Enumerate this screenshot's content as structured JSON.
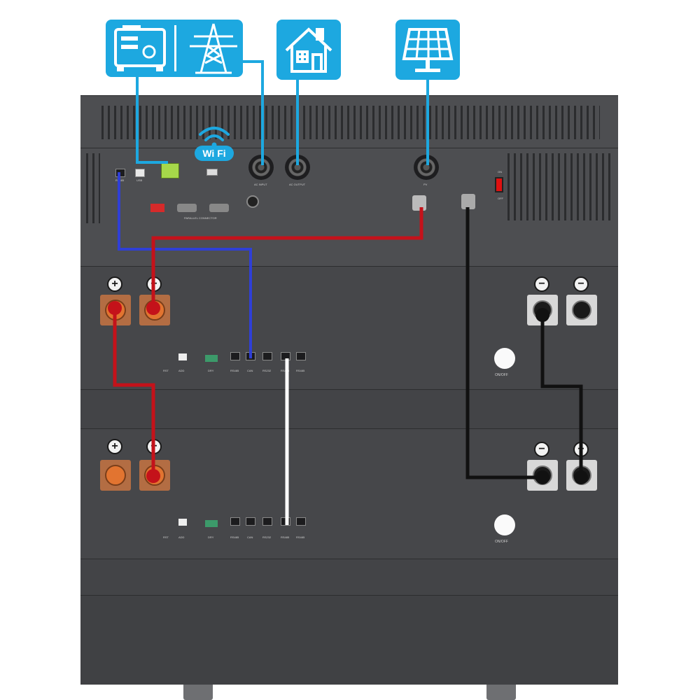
{
  "labels": {
    "wifi": "Wi Fi",
    "on_off": "ON/OFF",
    "switch_on": "ON",
    "switch_off": "OFF",
    "rs485": "RS485",
    "usb": "USB",
    "ac_input": "AC INPUT",
    "ac_output": "AC OUTPUT",
    "pv": "PV",
    "rst": "RST",
    "adi": "ADD",
    "dry": "DRY",
    "rs485_a": "RS485",
    "can": "CAN",
    "rs232": "RS232",
    "rs485_b": "RS485",
    "rs485_c": "RS485",
    "parallel": "PARALLEL CONNECTOR"
  },
  "icons": {
    "generator": "generator-icon",
    "grid": "power-tower-icon",
    "home": "house-icon",
    "solar": "solar-panel-icon"
  },
  "colors": {
    "icon_bg": "#1da8e0",
    "cable_blue_comm": "#2f3fd6",
    "cable_red": "#c4121a",
    "cable_black": "#111111",
    "cable_white": "#ffffff",
    "cabinet": "#4a4b4e"
  }
}
